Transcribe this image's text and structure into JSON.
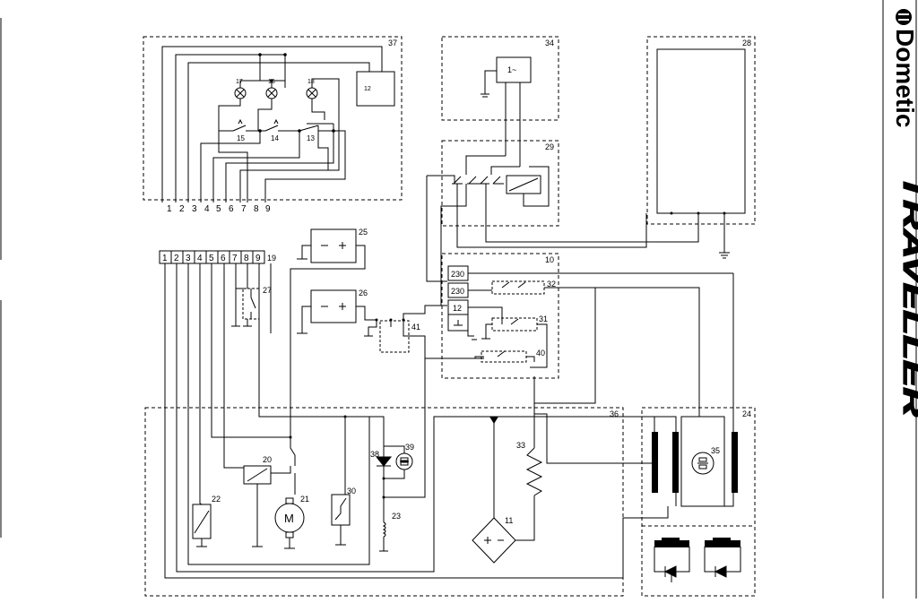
{
  "brand": {
    "name": "Dometic",
    "product": "TRAVELLER"
  },
  "modules": {
    "m37": "37",
    "m34": "34",
    "m28": "28",
    "m29": "29",
    "m10": "10",
    "m36": "36",
    "m24": "24"
  },
  "terminal": {
    "numbers": [
      "1",
      "2",
      "3",
      "4",
      "5",
      "6",
      "7",
      "8",
      "9"
    ],
    "label": "19"
  },
  "wire_labels": [
    "1",
    "2",
    "3",
    "4",
    "5",
    "6",
    "7",
    "8",
    "9"
  ],
  "components": {
    "c12": "12",
    "c13": "13",
    "c14": "14",
    "c15": "15",
    "c16": "16",
    "c17": "17",
    "c18": "18",
    "c1": "1~",
    "c25": "25",
    "c26": "26",
    "c27": "27",
    "c41": "41",
    "c230a": "230",
    "c230b": "230",
    "c12b": "12",
    "c32": "32",
    "c31": "31",
    "c40": "40",
    "c20": "20",
    "c21": "21",
    "motor": "M",
    "c22": "22",
    "c30": "30",
    "c23": "23",
    "c38": "38",
    "c39": "39",
    "c33": "33",
    "c11": "11",
    "c35": "35"
  }
}
